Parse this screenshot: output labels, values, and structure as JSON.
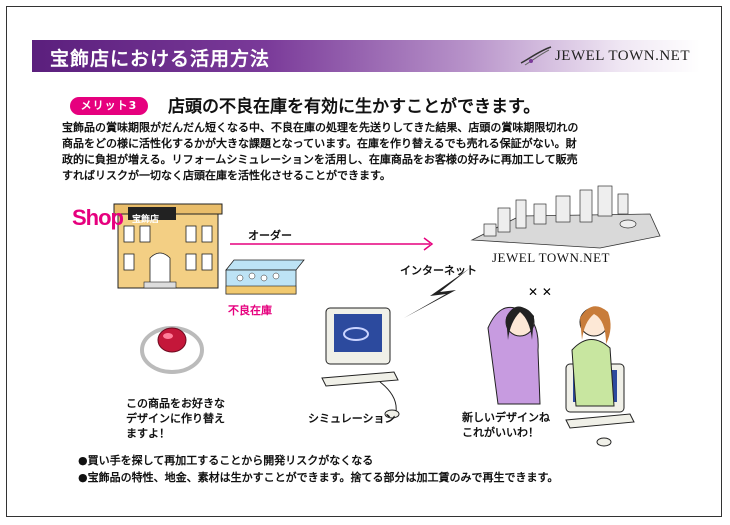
{
  "banner": {
    "title": "宝飾店における活用方法",
    "logo_text": "JEWEL TOWN.NET"
  },
  "merit": {
    "badge": "メリット3",
    "headline": "店頭の不良在庫を有効に生かすことができます。"
  },
  "description": [
    "宝飾品の賞味期限がだんだん短くなる中、不良在庫の処理を先送りしてきた結果、店頭の賞味期限切れの",
    "商品をどの様に活性化するかが大きな課題となっています。在庫を作り替えるでも売れる保証がない。財",
    "政的に負担が増える。リフォームシミュレーションを活用し、在庫商品をお客様の好みに再加工して販売",
    "すればリスクが一切なく店頭在庫を活性化させることができます。"
  ],
  "diagram": {
    "shop_label": "Shop",
    "shop_sign": "宝飾店",
    "order_label": "オーダー",
    "stock_label": "不良在庫",
    "internet_label": "インターネット",
    "city_label": "JEWEL TOWN.NET",
    "ring_caption": [
      "この商品をお好きな",
      "デザインに作り替え",
      "ますよ！"
    ],
    "simulation_label": "シミュレーション",
    "customer_caption": [
      "新しいデザインね",
      "これがいいわ！"
    ]
  },
  "bullets": [
    "●買い手を探して再加工することから開発リスクがなくなる",
    "●宝飾品の特性、地金、素材は生かすことができます。捨てる部分は加工賃のみで再生できます。"
  ],
  "colors": {
    "accent": "#e6007e",
    "banner": "#5b1f7d"
  }
}
